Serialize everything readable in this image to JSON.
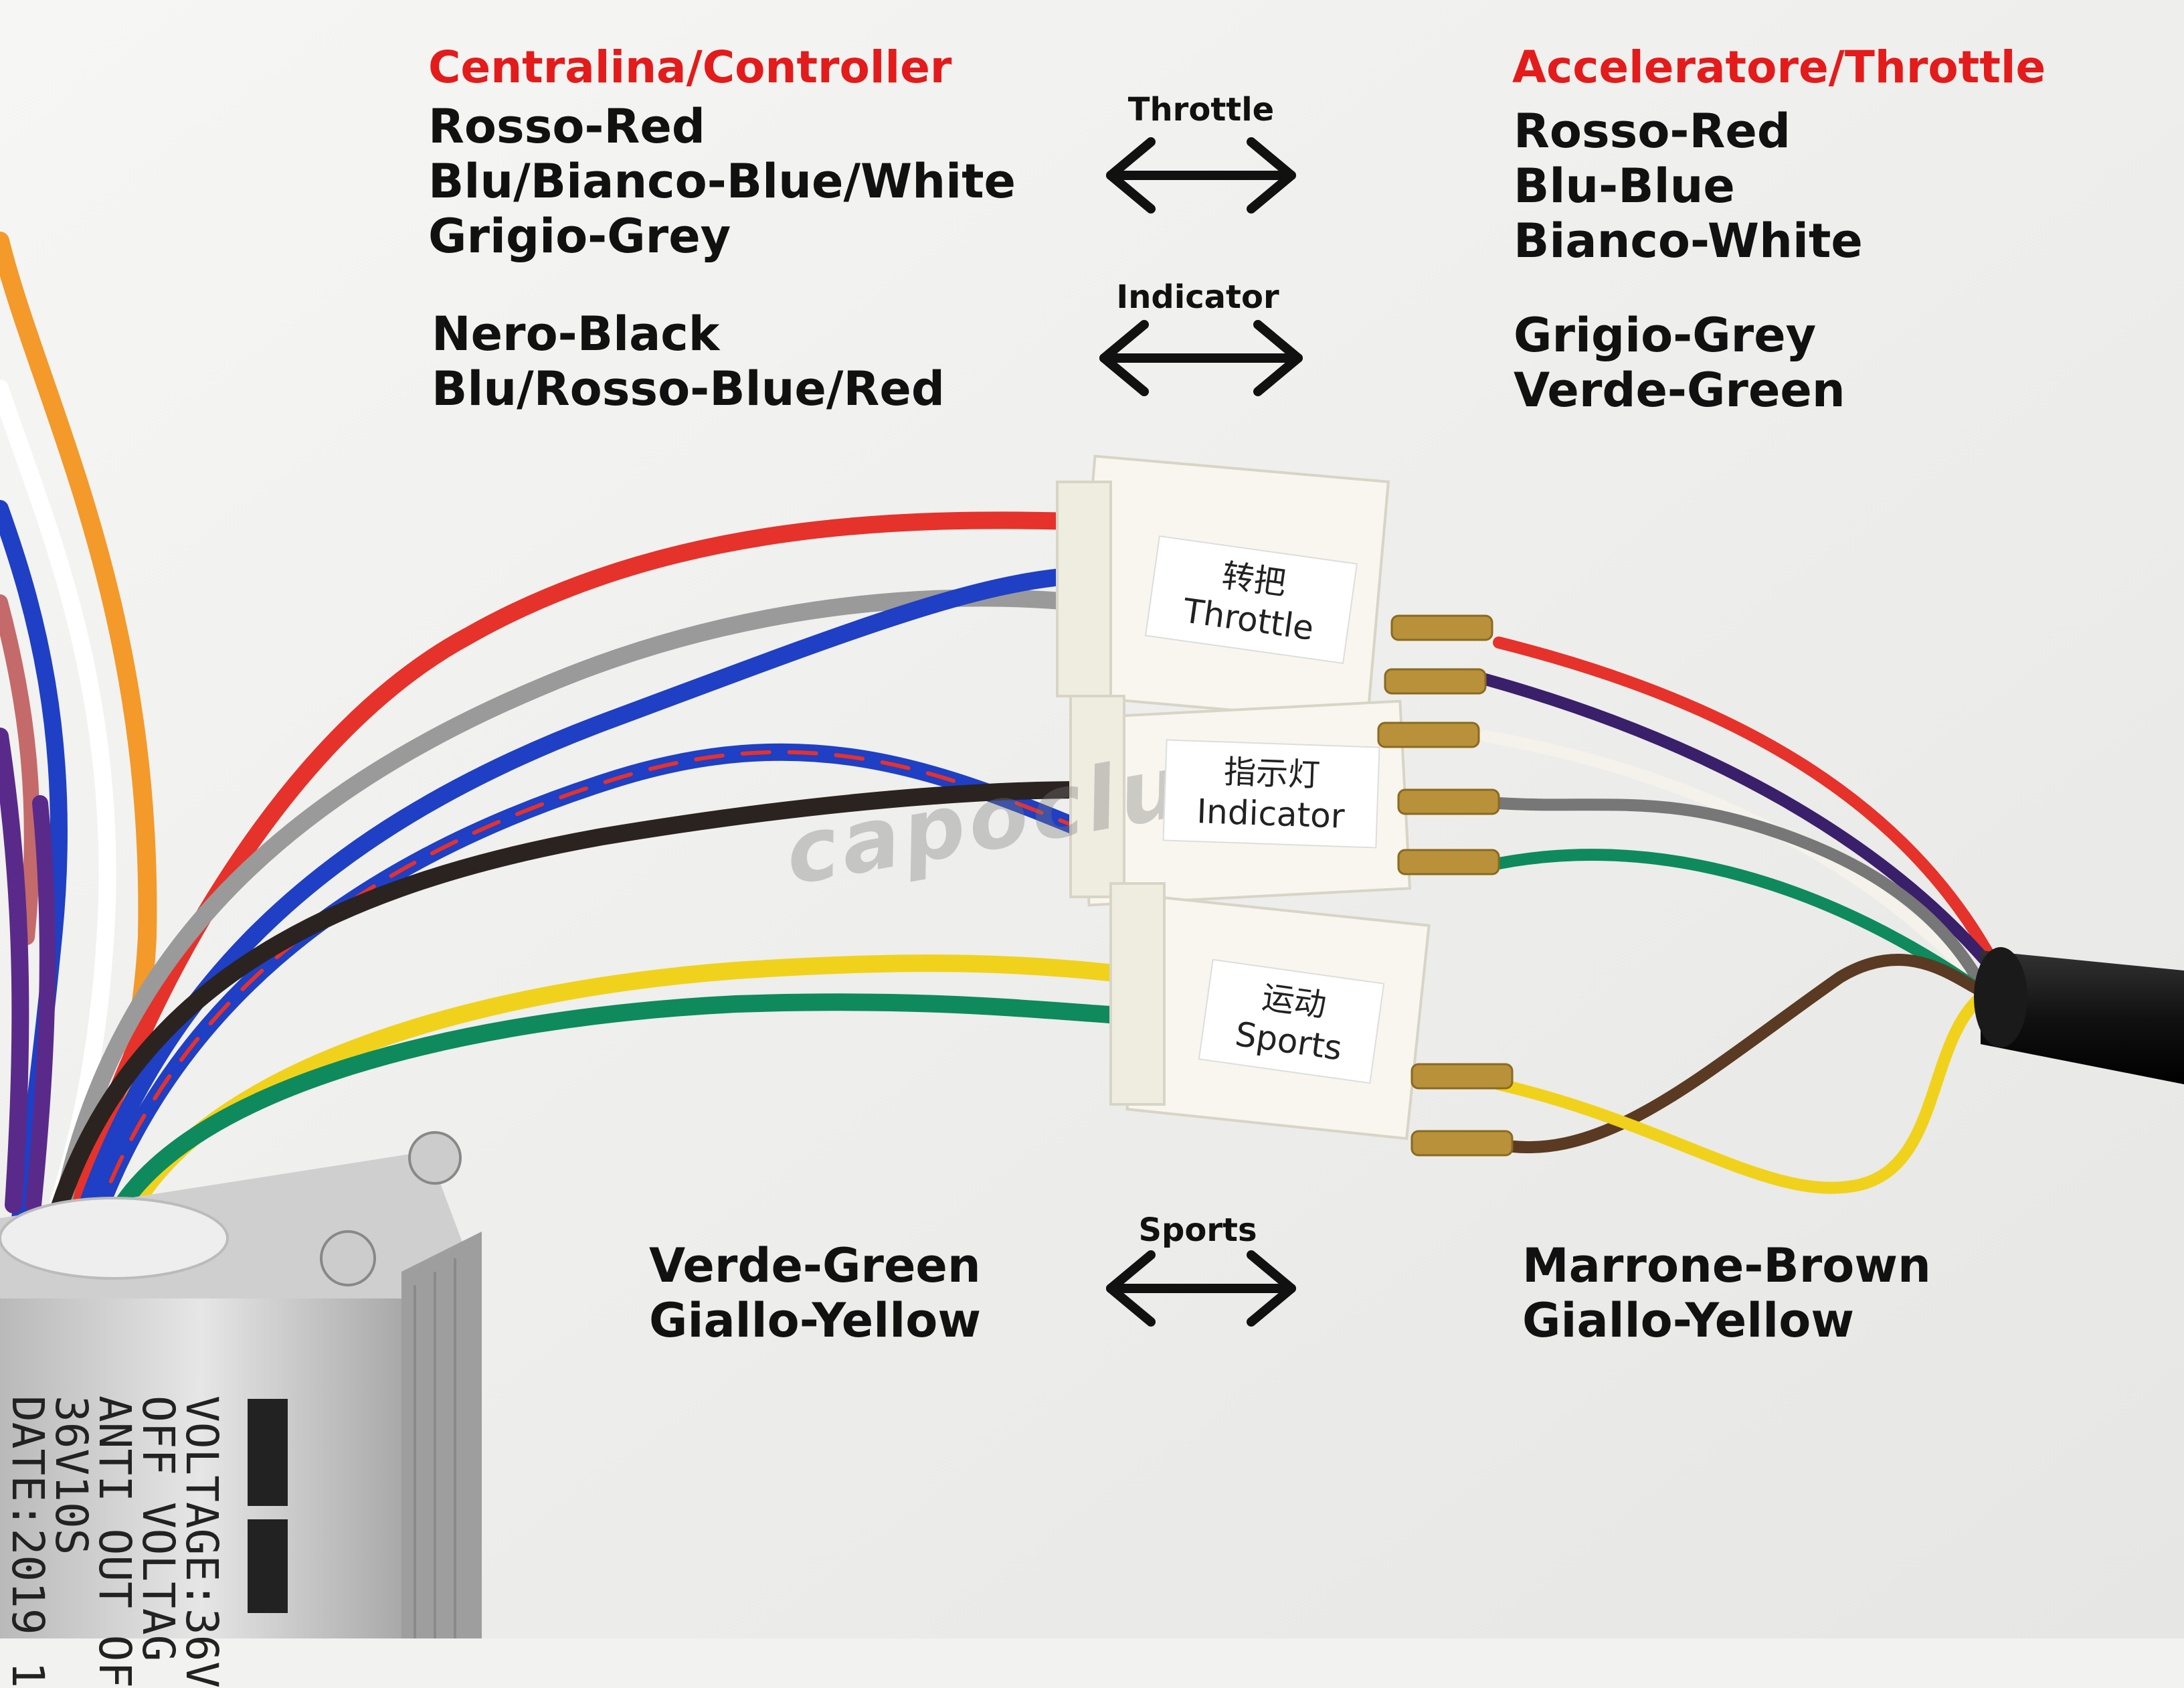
{
  "controller": {
    "heading": "Centralina/Controller",
    "throttle_wires": [
      "Rosso-Red",
      "Blu/Bianco-Blue/White",
      "Grigio-Grey"
    ],
    "indicator_wires": [
      "Nero-Black",
      "Blu/Rosso-Blue/Red"
    ],
    "sports_wires": [
      "Verde-Green",
      "Giallo-Yellow"
    ]
  },
  "throttle_side": {
    "heading": "Acceleratore/Throttle",
    "throttle_wires": [
      "Rosso-Red",
      "Blu-Blue",
      "Bianco-White"
    ],
    "indicator_wires": [
      "Grigio-Grey",
      "Verde-Green"
    ],
    "sports_wires": [
      "Marrone-Brown",
      "Giallo-Yellow"
    ]
  },
  "arrows": {
    "throttle": "Throttle",
    "indicator": "Indicator",
    "sports": "Sports"
  },
  "connectors": {
    "throttle": {
      "cn": "转把",
      "en": "Throttle"
    },
    "indicator": {
      "cn": "指示灯",
      "en": "Indicator"
    },
    "sports": {
      "cn": "运动",
      "en": "Sports"
    }
  },
  "watermark": "capoclub",
  "controller_plate": [
    "VOLTAGE:36V",
    "OFF VOLTAG",
    "ANTI OUT OF",
    "36V10S",
    "DATE:2019 1"
  ],
  "colors": {
    "heading": "#e31b1b",
    "red_wire": "#e5322b",
    "blue_wire": "#1f3fc4",
    "grey_wire": "#9a9a9a",
    "black_wire": "#2b2320",
    "yellow_wire": "#f0d21c",
    "green_wire": "#0e8a5c",
    "brown_wire": "#5a3a22",
    "purple_wire": "#5a2a8a",
    "orange_wire": "#f39a2a",
    "white_wire": "#f4f2ea"
  }
}
